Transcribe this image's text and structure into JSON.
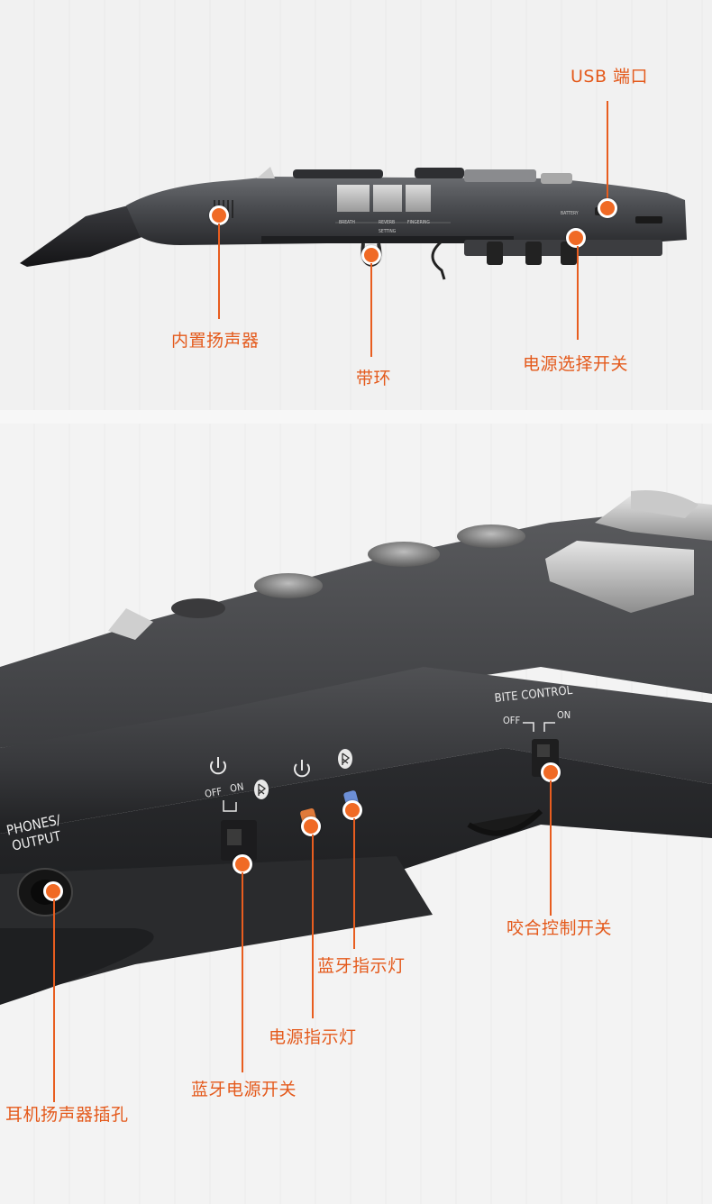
{
  "top_view": {
    "labels": {
      "usb_port": "USB 端口",
      "built_in_speaker": "内置扬声器",
      "strap_ring": "带环",
      "power_select_switch": "电源选择开关"
    },
    "device_text": {
      "breath": "BREATH",
      "reverb": "REVERB",
      "fingering": "FINGERING",
      "setting": "SETTING",
      "battery": "BATTERY"
    }
  },
  "side_view": {
    "labels": {
      "bite_control_switch": "咬合控制开关",
      "bluetooth_indicator": "蓝牙指示灯",
      "power_indicator": "电源指示灯",
      "bluetooth_power_switch": "蓝牙电源开关",
      "headphone_speaker_jack": "耳机扬声器插孔"
    },
    "device_text": {
      "phones_output_line1": "PHONES/",
      "phones_output_line2": "OUTPUT",
      "bite_control": "BITE CONTROL",
      "off_left": "OFF",
      "on_right": "ON",
      "off_small": "OFF",
      "on_small": "ON"
    }
  },
  "colors": {
    "accent_orange": "#e45a1c",
    "device_dark": "#3a3b3e",
    "bluetooth_led": "#6c8fd6",
    "power_led": "#e07a3a"
  }
}
